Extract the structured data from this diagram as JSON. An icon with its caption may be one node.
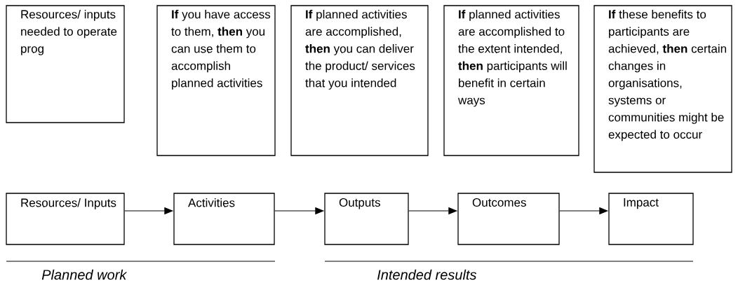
{
  "diagram": {
    "nodes": [
      {
        "text": [
          "Resources/ inputs needed to operate prog"
        ]
      },
      {
        "text": [
          "**If** you have access to them, **then** you can use them to accomplish planned activities"
        ]
      },
      {
        "text": [
          "**If** planned activities are accomplished, **then** you can deliver the product/ services that you intended"
        ]
      },
      {
        "text": [
          "**If** planned activities are accomplished to the extent intended, **then** participants will benefit in certain ways"
        ]
      },
      {
        "text": [
          "**If** these benefits to participants are achieved, **then** certain changes in organisations, systems or communities might be expected to occur"
        ]
      },
      {
        "text": [
          "Resources/ Inputs"
        ]
      },
      {
        "text": [
          "Activities"
        ]
      },
      {
        "text": [
          "Outputs"
        ]
      },
      {
        "text": [
          "Outcomes"
        ]
      },
      {
        "text": [
          "Impact"
        ]
      }
    ],
    "edges": [
      {
        "from": 5,
        "to": 6,
        "arrow": "to"
      },
      {
        "from": 6,
        "to": 7,
        "arrow": "to"
      },
      {
        "from": 7,
        "to": 8,
        "arrow": "to"
      },
      {
        "from": 8,
        "to": 9,
        "arrow": "to"
      }
    ],
    "labels": [
      "Planned work",
      "Intended results"
    ]
  }
}
